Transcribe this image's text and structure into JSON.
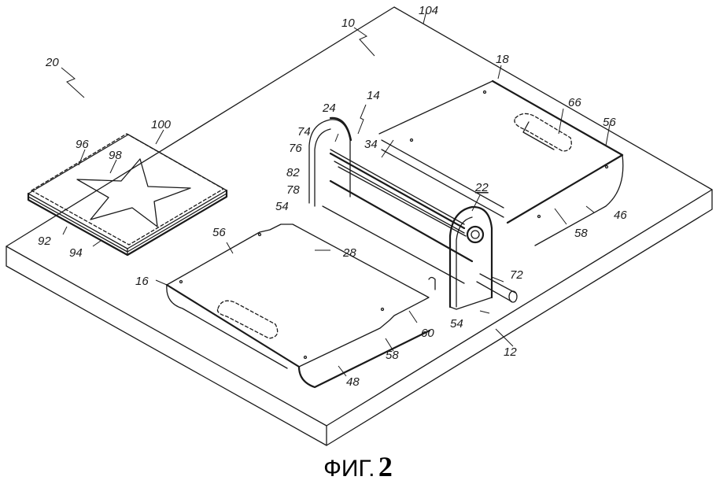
{
  "figure": {
    "caption_prefix": "ФИГ.",
    "caption_number": "2",
    "subject": "Roller press machine on base with patterned sheet stack",
    "reference_numerals": {
      "machine": "10",
      "sheet_assembly": "20",
      "base": "104",
      "frame_front": "12",
      "roller_unit": "14",
      "front_tray": "16",
      "rear_tray": "18",
      "side_support_right": "22",
      "side_support_left": "24",
      "bed_channel": "28",
      "upper_roller": "34",
      "tray_hinge_rear": "46",
      "tray_hinge_front": "48",
      "pin_left": "54",
      "pin_right": "54",
      "tray_panel_front": "56",
      "tray_panel_rear": "56",
      "tray_edge_front": "58",
      "tray_edge_rear": "58",
      "latch": "60",
      "handle_slot": "66",
      "crank": "72",
      "bracket_74": "74",
      "bracket_76": "76",
      "lower_roller": "78",
      "roller_gap": "82",
      "bottom_plate": "92",
      "middle_layer": "94",
      "top_sheet": "96",
      "star_cutout": "98",
      "dashed_outline": "100"
    }
  }
}
